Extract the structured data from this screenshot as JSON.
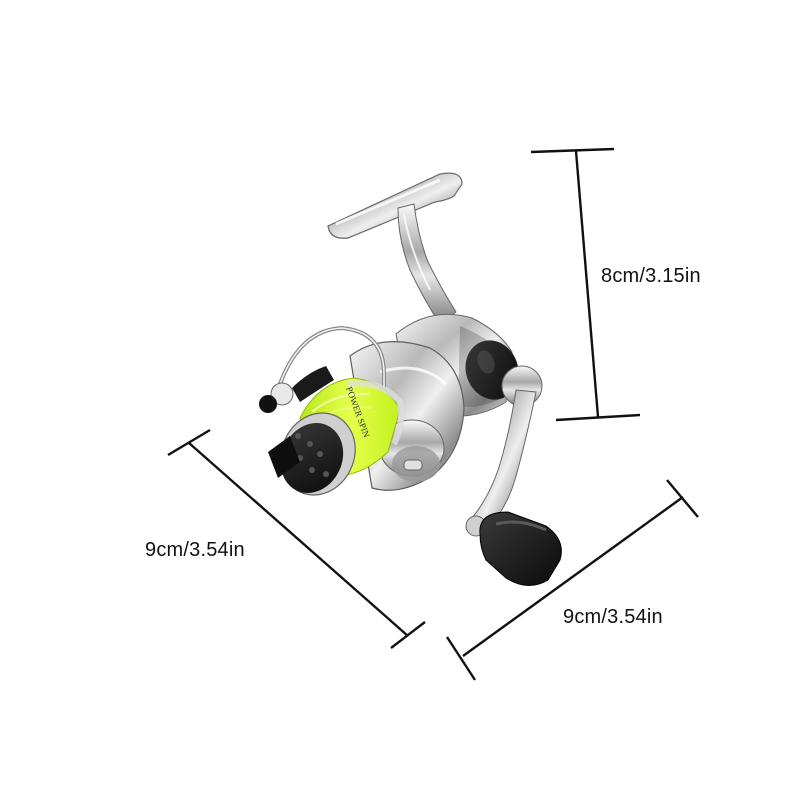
{
  "image": {
    "subject": "spinning-fishing-reel",
    "background_color": "#ffffff",
    "line_color": "#111111",
    "fishing_line_color": "#d4ff2a"
  },
  "dimensions": {
    "height_label": "8cm/3.15in",
    "depth_label": "9cm/3.54in",
    "width_label": "9cm/3.54in"
  },
  "spool_text": "POWER SPIN"
}
